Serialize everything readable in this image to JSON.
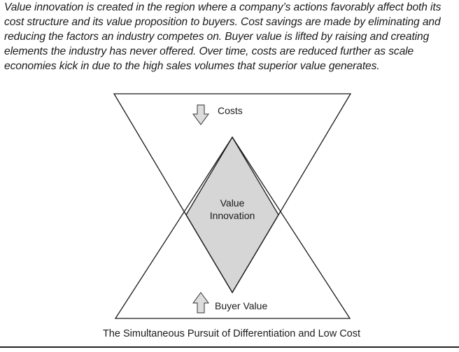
{
  "intro_text": "Value innovation is created in the region where a company’s actions favorably affect both its cost structure and its value proposition to buyers. Cost savings are made by eliminating and reducing the factors an industry competes on. Buyer value is lifted by raising and creating elements the industry has never offered. Over time, costs are reduced further as scale economies kick in due to the high sales volumes that superior value generates.",
  "diagram": {
    "top_label": "Costs",
    "center_label_line1": "Value",
    "center_label_line2": "Innovation",
    "bottom_label": "Buyer Value",
    "caption": "The Simultaneous Pursuit of Differentiation and Low Cost",
    "top_arrow_icon": "down-arrow-icon",
    "bottom_arrow_icon": "up-arrow-icon",
    "colors": {
      "lines": "#1a1a1a",
      "diamond_fill": "#d6d6d6",
      "arrow_fill": "#dddddd"
    }
  }
}
